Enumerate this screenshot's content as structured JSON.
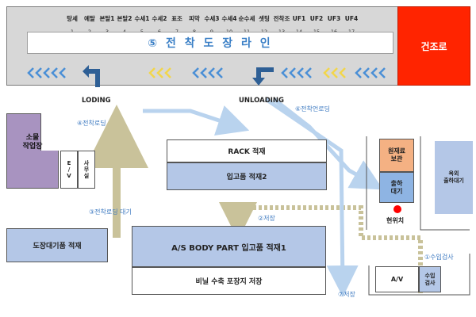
{
  "line": {
    "title": "⑤ 전 착 도 장 라 인",
    "dryer": "건조로",
    "stages": [
      {
        "label": "탕세",
        "num": "1"
      },
      {
        "label": "예탈",
        "num": "2"
      },
      {
        "label": "본탈1",
        "num": "3"
      },
      {
        "label": "본탈2",
        "num": "4"
      },
      {
        "label": "수세1",
        "num": "5"
      },
      {
        "label": "수세2",
        "num": "6"
      },
      {
        "label": "표조",
        "num": "7"
      },
      {
        "label": "피막",
        "num": "8"
      },
      {
        "label": "수세3",
        "num": "9"
      },
      {
        "label": "수세4",
        "num": "10"
      },
      {
        "label": "순수세",
        "num": "11"
      },
      {
        "label": "셋팅",
        "num": "12"
      },
      {
        "label": "전착조",
        "num": "13"
      },
      {
        "label": "UF1",
        "num": "14"
      },
      {
        "label": "UF2",
        "num": "15"
      },
      {
        "label": "UF3",
        "num": "16"
      },
      {
        "label": "UF4",
        "num": "17"
      }
    ]
  },
  "labels": {
    "loading": "LODING",
    "unloading": "UNLOADING",
    "small_workshop": "소물\n작업장",
    "ev": "E\n/\nV",
    "office": "사\n무\n실",
    "rack": "RACK 적재",
    "stock2": "입고품 적재2",
    "stock1": "A/S BODY PART 입고품 적재1",
    "vinyl": "비닐 수축 포장지 저장",
    "paint_wait": "도장대기품 적재",
    "raw_storage": "원재료\n보관",
    "ship_wait": "출하\n대기",
    "current": "현위치",
    "outdoor_ship": "옥외\n출하대기",
    "av": "A/V",
    "inspection": "수입\n검사"
  },
  "flow": {
    "step1": "①수입검사",
    "step2": "②저장",
    "step3": "③전착로딩 대기",
    "step4": "④전착로딩",
    "step6": "⑥전착언로딩",
    "step7": "⑦저장"
  },
  "colors": {
    "dryer": "#ff2400",
    "line_title": "#3a7fc6",
    "blue_box": "#b4c7e7",
    "purple_box": "#a893c0",
    "orange_box": "#f4b183",
    "teal_box": "#8eb4e3",
    "path_tan": "#c9c29a",
    "path_blue": "#b9d3ee",
    "marker_red": "#ff0000"
  }
}
